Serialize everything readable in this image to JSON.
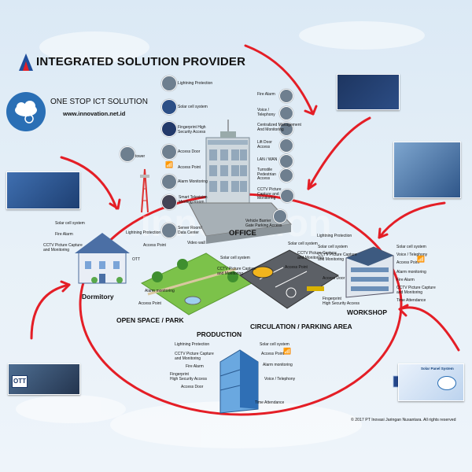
{
  "header": {
    "title": "INTEGRATED SOLUTION PROVIDER",
    "tagline": "ONE STOP ICT SOLUTION",
    "url": "www.innovation.net.id"
  },
  "watermark": "innovation",
  "copyright": "© 2017 PT Inovasi Jaringan Nusantara. All rights reserved",
  "colors": {
    "arrow": "#e41e26",
    "ellipse": "#e41e26",
    "cloud_badge": "#2a6fb5",
    "building_blue": "#3d7fc0",
    "grass": "#7cc24a"
  },
  "zones": {
    "dormitory": "Dormitory",
    "park": "OPEN SPACE / PARK",
    "office": "OFFICE",
    "parking": "CIRCULATION / PARKING AREA",
    "workshop": "WORKSHOP",
    "production": "PRODUCTION"
  },
  "tower_label": "tower",
  "office_labels": {
    "lightning": "Lightning Protection",
    "solar": "Solar cell system",
    "fingerprint": "Fingerprint High\nSecurity Access",
    "door": "Access Door",
    "ap": "Access Point",
    "alarm": "Alarm Monitoring",
    "smart": "Smart Television\nMeeting Room",
    "server": "Server Room/\nData Center",
    "videowall": "Video wall",
    "firealarm": "Fire Alarm",
    "voice": "Voice /\nTelephony",
    "centralized": "Centralized Management\nAnd Monitoring",
    "lift": "Lift Door\nAccess",
    "lan": "LAN / WAN",
    "turnstile": "Turnstile\nPedestrian\nAccess",
    "cctv": "CCTV Picture\nCapture and\nMonitoring",
    "barrier": "Vehicle Barrier\nGate Parking Access"
  },
  "dorm_labels": {
    "solar": "Solar cell system",
    "fire": "Fire Alarm",
    "cctv": "CCTV Picture Capture\nand Monitoring",
    "lightning": "Lightning Protection",
    "ap": "Access Point",
    "ott": "OTT"
  },
  "park_labels": {
    "alarm": "Alarm monitoring",
    "ap": "Access Point",
    "solar": "Solar cell system",
    "cctv": "CCTV Picture Capture\nand Monitoring"
  },
  "parking_labels": {
    "solar": "Solar cell system",
    "cctv": "CCTV Picture Capture\nand Monitoring",
    "ap": "Access Point"
  },
  "workshop_labels": {
    "lightning": "Lightning Protection",
    "solar": "Solar cell system",
    "cctv": "CCTV Picture Capture\nand Monitoring",
    "door": "Access Door",
    "fingerprint": "Fingerprint\nHigh Security Access",
    "voice": "Voice / Telephony",
    "ap": "Access Point",
    "alarm": "Alarm monitoring",
    "fire": "Fire Alarm",
    "cctv2": "CCTV Picture Capture\nand Monitoring",
    "time": "Time Attendance"
  },
  "production_labels": {
    "lightning": "Lightning Protection",
    "cctv": "CCTV Picture Capture\nand Monitoring",
    "fire": "Fire Alarm",
    "fingerprint": "Fingerprint\nHigh Security Access",
    "door": "Access Door",
    "solar": "Solar cell system",
    "ap": "Access Point",
    "alarm": "Alarm monitoring",
    "voice": "Voice / Telephony",
    "time": "Time Attendance"
  },
  "ott_badge": "OTT",
  "solar_panel_title": "Solar Panel System"
}
